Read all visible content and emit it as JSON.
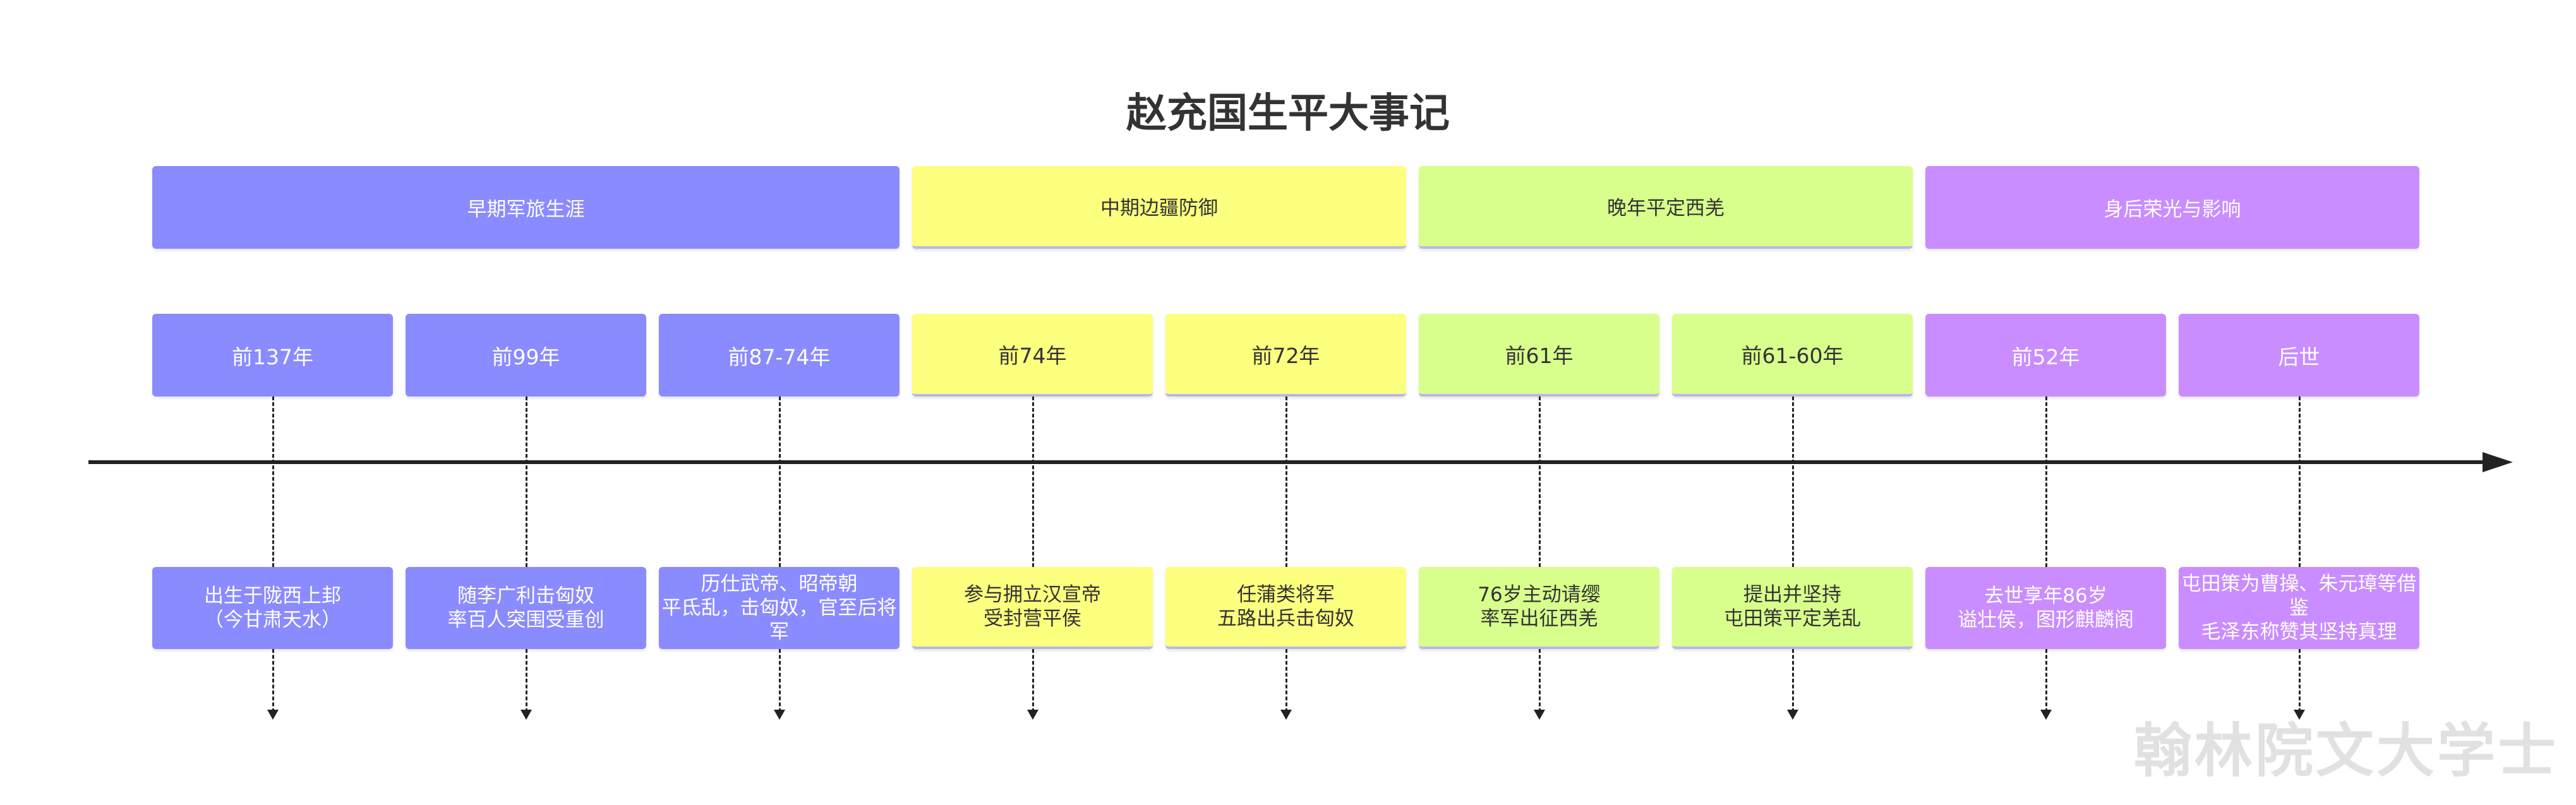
{
  "title": "赵充国生平大事记",
  "phases": [
    {
      "label": "早期军旅生涯",
      "color": "#8a8bff",
      "text": "light"
    },
    {
      "label": "中期边疆防御",
      "color": "#fdff7e",
      "text": "dark"
    },
    {
      "label": "晚年平定西羌",
      "color": "#d8ff8c",
      "text": "dark"
    },
    {
      "label": "身后荣光与影响",
      "color": "#c98dff",
      "text": "light"
    }
  ],
  "events": [
    {
      "year": "前137年",
      "desc": "出生于陇西上邽\n（今甘肃天水）",
      "phase": 0
    },
    {
      "year": "前99年",
      "desc": "随李广利击匈奴\n率百人突围受重创",
      "phase": 0
    },
    {
      "year": "前87-74年",
      "desc": "历仕武帝、昭帝朝\n平氐乱，击匈奴，官至后将军",
      "phase": 0
    },
    {
      "year": "前74年",
      "desc": "参与拥立汉宣帝\n受封营平侯",
      "phase": 1
    },
    {
      "year": "前72年",
      "desc": "任蒲类将军\n五路出兵击匈奴",
      "phase": 1
    },
    {
      "year": "前61年",
      "desc": "76岁主动请缨\n率军出征西羌",
      "phase": 2
    },
    {
      "year": "前61-60年",
      "desc": "提出并坚持\n屯田策平定羌乱",
      "phase": 2
    },
    {
      "year": "前52年",
      "desc": "去世享年86岁\n谥壮侯，图形麒麟阁",
      "phase": 3
    },
    {
      "year": "后世",
      "desc": "屯田策为曹操、朱元璋等借鉴\n毛泽东称赞其坚持真理",
      "phase": 3
    }
  ],
  "watermark": "翰林院文大学士"
}
